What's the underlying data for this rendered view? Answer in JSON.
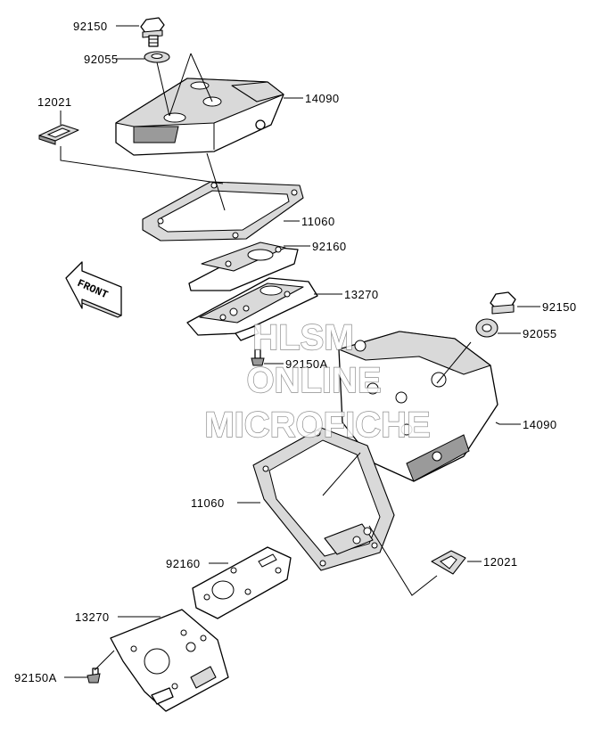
{
  "callouts": {
    "c1": "92150",
    "c2": "92055",
    "c3": "12021",
    "c4": "14090",
    "c5": "11060",
    "c6": "92160",
    "c7": "13270",
    "c8": "92150A",
    "c9": "92150",
    "c10": "92055",
    "c11": "14090",
    "c12": "11060",
    "c13": "92160",
    "c14": "12021",
    "c15": "13270",
    "c16": "92150A"
  },
  "front_arrow_label": "FRONT",
  "watermark": {
    "line1": "HLSM",
    "line2": "ONLINE",
    "line3": "MICROFICHE"
  }
}
